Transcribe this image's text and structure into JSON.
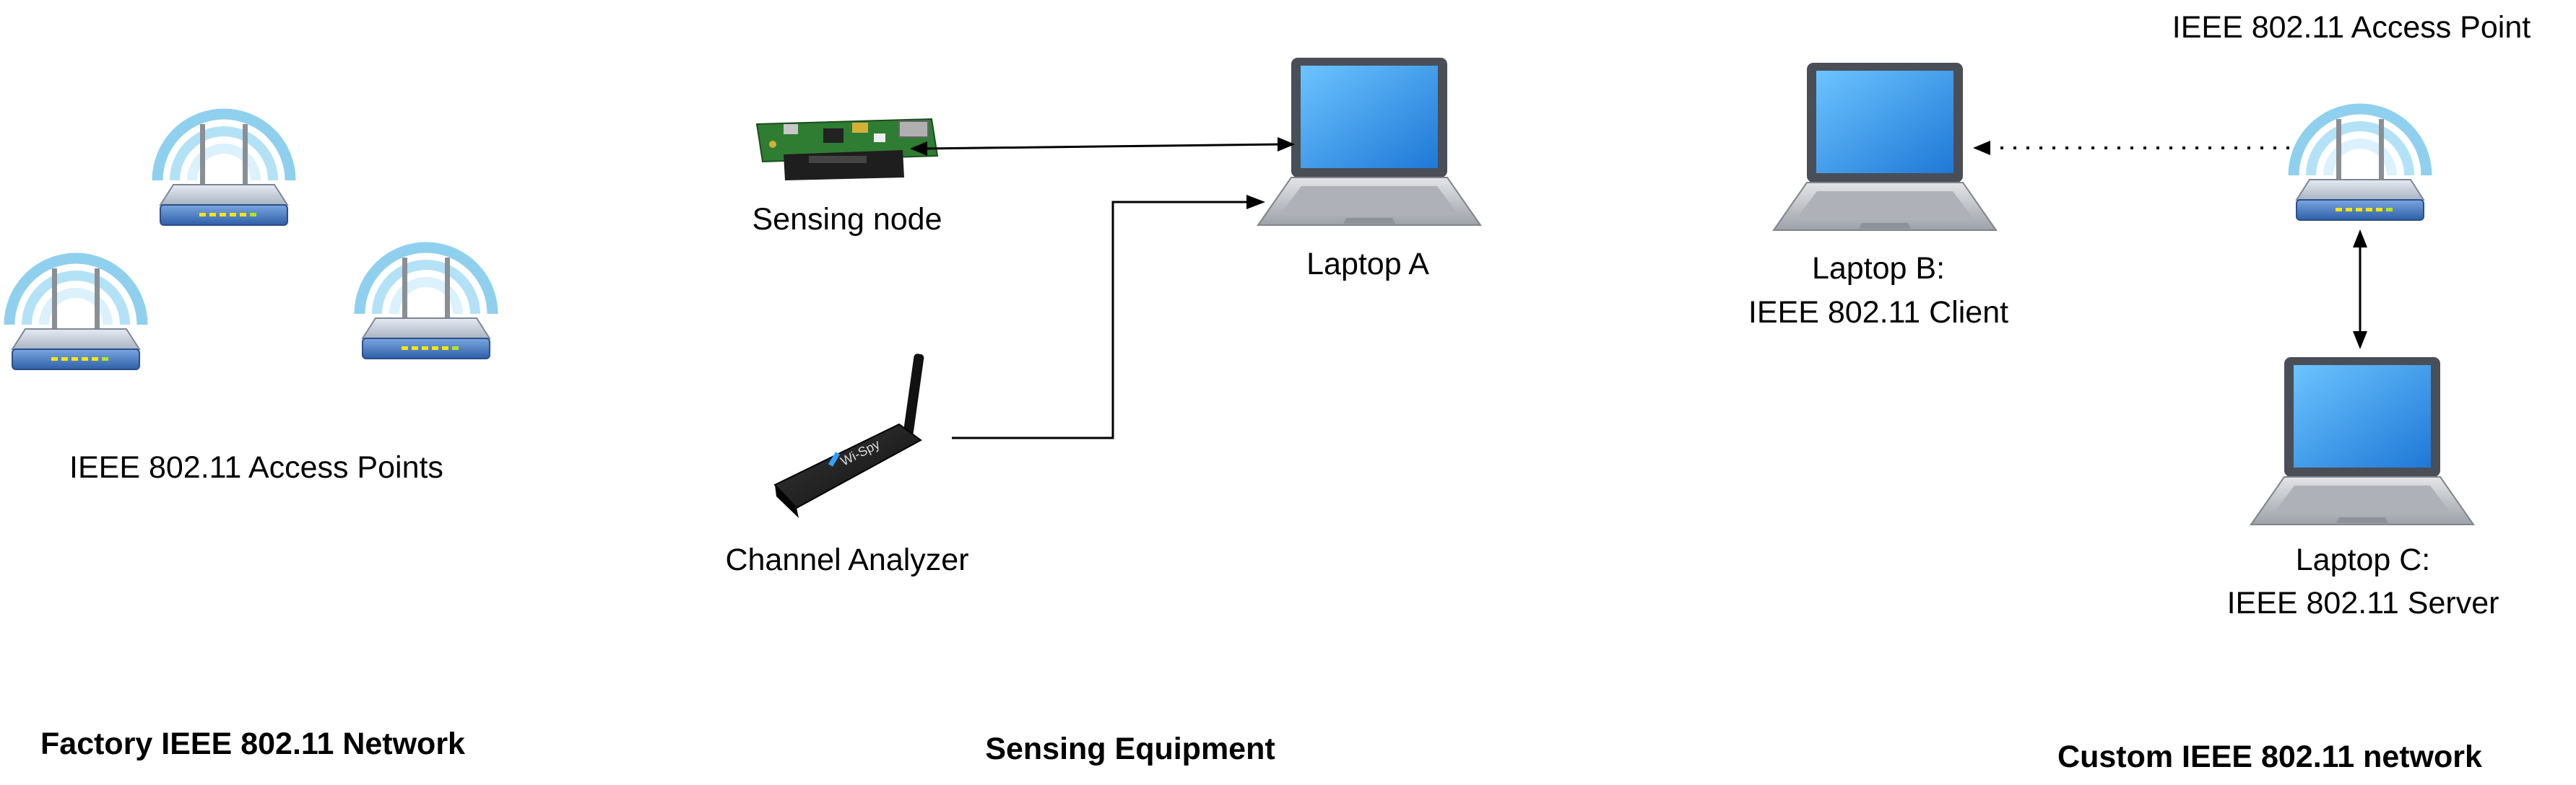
{
  "labels": {
    "ap_group": "IEEE 802.11 Access Points",
    "sensing_node": "Sensing node",
    "channel_analyzer": "Channel Analyzer",
    "laptop_a": "Laptop A",
    "laptop_b_line1": "Laptop B:",
    "laptop_b_line2": "IEEE 802.11 Client",
    "access_point": "IEEE 802.11  Access Point",
    "laptop_c_line1": "Laptop C:",
    "laptop_c_line2": "IEEE 802.11 Server"
  },
  "sections": {
    "factory": "Factory IEEE 802.11 Network",
    "sensing": "Sensing Equipment",
    "custom": "Custom IEEE 802.11 network"
  },
  "device_text": {
    "analyzer_brand": "Wi-Spy"
  },
  "colors": {
    "wifi_ring_outer": "#8fd0ee",
    "wifi_ring_inner": "#cdeefb",
    "router_body": "#c4ccd8",
    "router_face": "#4d7fc4",
    "router_led": "#ffe500",
    "laptop_screen": "#2d8ee8",
    "laptop_bezel": "#4a4f57",
    "laptop_base": "#c9ccd1",
    "line": "#000000"
  }
}
